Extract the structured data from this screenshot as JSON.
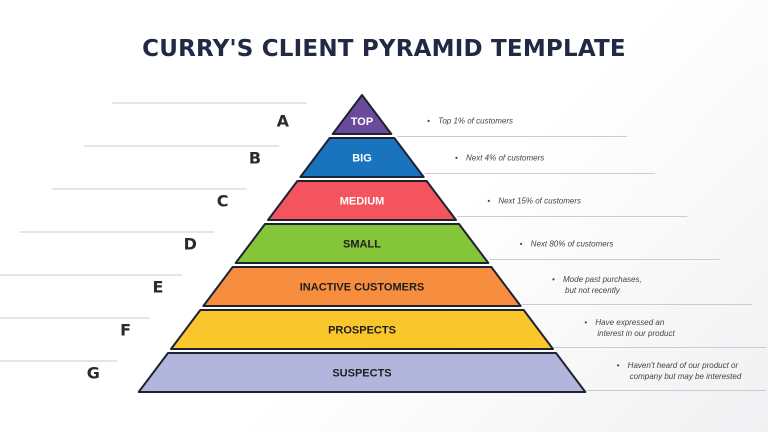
{
  "title": "CURRY'S CLIENT PYRAMID TEMPLATE",
  "tiers": [
    {
      "letter": "A",
      "label": "TOP",
      "color": "#6a4a9a",
      "text_color": "#ffffff",
      "desc": [
        "Top 1% of customers"
      ]
    },
    {
      "letter": "B",
      "label": "BIG",
      "color": "#1a74bd",
      "text_color": "#ffffff",
      "desc": [
        "Next 4% of customers"
      ]
    },
    {
      "letter": "C",
      "label": "MEDIUM",
      "color": "#f3545e",
      "text_color": "#ffffff",
      "desc": [
        "Next 15% of customers"
      ]
    },
    {
      "letter": "D",
      "label": "SMALL",
      "color": "#84c53a",
      "text_color": "#1e1e1e",
      "desc": [
        "Next 80% of customers"
      ]
    },
    {
      "letter": "E",
      "label": "INACTIVE CUSTOMERS",
      "color": "#f78d3f",
      "text_color": "#1e1e1e",
      "desc": [
        "Mode past purchases,",
        "but not recently"
      ]
    },
    {
      "letter": "F",
      "label": "PROSPECTS",
      "color": "#f9c62c",
      "text_color": "#1e1e1e",
      "desc": [
        "Have expressed an",
        "interest in our product"
      ]
    },
    {
      "letter": "G",
      "label": "SUSPECTS",
      "color": "#b2b6dc",
      "text_color": "#1e1e1e",
      "desc": [
        "Haven't heard of our product or",
        "company but may be interested"
      ]
    }
  ]
}
